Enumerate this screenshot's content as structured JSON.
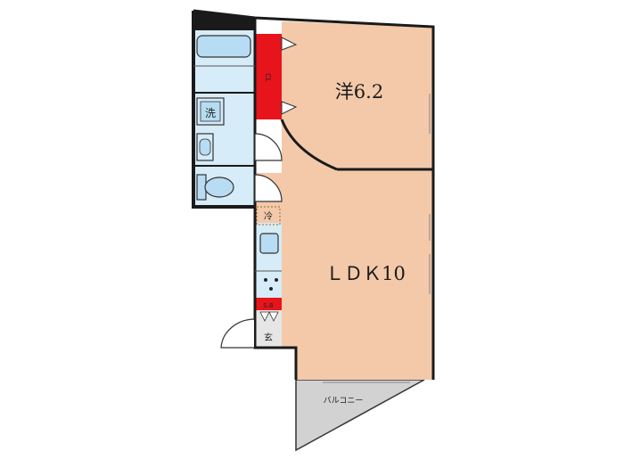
{
  "rooms": {
    "western": "洋6.2",
    "ldk": "ＬＤＫ10",
    "balcony": "バルコニー"
  },
  "labels": {
    "closet": "CL",
    "storage": "S.B",
    "entrance": "玄",
    "washer": "洗",
    "fridge": "冷"
  },
  "colors": {
    "floor": "#f3c9a9",
    "wet_area": "#d6ecf8",
    "fixture": "#b7dcf3",
    "storage": "#e8141c",
    "wall": "#1a1a1a",
    "balcony": "#d2d2d2"
  }
}
